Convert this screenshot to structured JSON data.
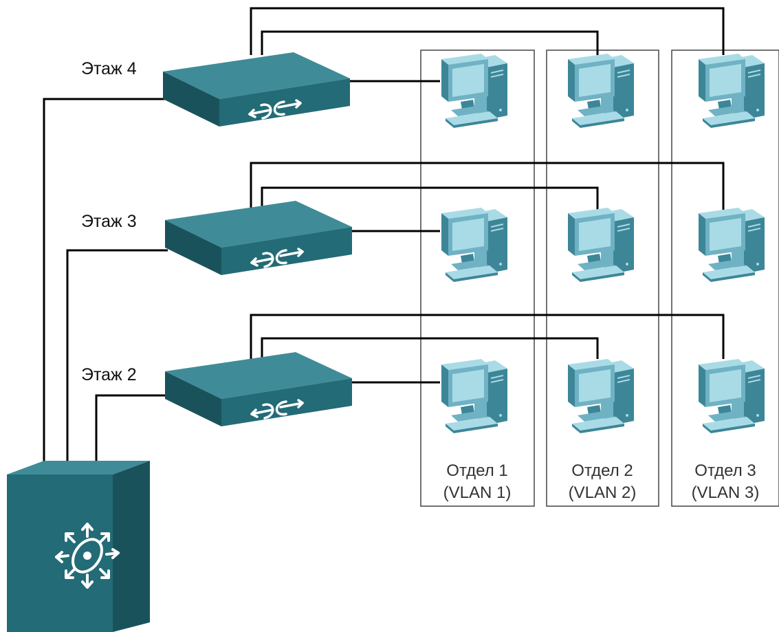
{
  "diagram": {
    "floors": [
      {
        "label": "Этаж 4"
      },
      {
        "label": "Этаж 3"
      },
      {
        "label": "Этаж 2"
      }
    ],
    "departments": [
      {
        "name": "Отдел 1",
        "vlan": "(VLAN 1)"
      },
      {
        "name": "Отдел 2",
        "vlan": "(VLAN 2)"
      },
      {
        "name": "Отдел 3",
        "vlan": "(VLAN 3)"
      }
    ],
    "colors": {
      "device_top": "#3f8c98",
      "device_front": "#236b76",
      "device_side": "#1a525c",
      "pc_light": "#a9dbe6",
      "pc_mid": "#6fb2c4",
      "pc_dark": "#3d8698",
      "cable": "#000000",
      "group_border": "#444444"
    }
  }
}
